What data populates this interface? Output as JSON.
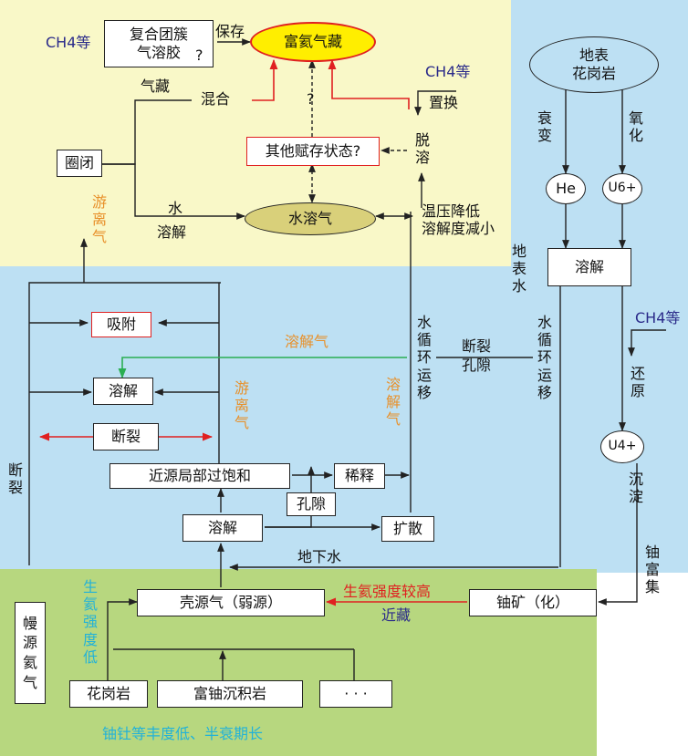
{
  "diagram": {
    "nodes": {
      "fuhai": "富氦气藏",
      "fuhe": "复合团簇\n气溶胶",
      "fuhe_q": "?",
      "quanbi": "圈闭",
      "qita": "其他赋存状态?",
      "shuirong": "水溶气",
      "dibiao": "地表\n花岗岩",
      "he": "He",
      "u6": "U6+",
      "rongjie_top": "溶解",
      "u4": "U4+",
      "xifu": "吸附",
      "rongjie_mid": "溶解",
      "duanlie_box": "断裂",
      "jinyuan": "近源局部过饱和",
      "xishi": "稀释",
      "kongxi_box": "孔隙",
      "rongjie_low": "溶解",
      "kuosan": "扩散",
      "keyuan": "壳源气（弱源）",
      "youkuang": "铀矿（化）",
      "manyuan": "幔源氦气",
      "huagang": "花岗岩",
      "fuyou": "富铀沉积岩",
      "dots": "· · ·"
    },
    "labels": {
      "ch4_1": "CH4等",
      "baocun": "保存",
      "qicang": "气藏",
      "hunhe": "混合",
      "qmark": "?",
      "ch4_2": "CH4等",
      "zhihuan": "置换",
      "tuorong": "脱\n溶",
      "shui": "水",
      "rongjie_l": "溶解",
      "wenya": "温压降低\n溶解度减小",
      "youliqi_y": "游\n离\n气",
      "shuaibian": "衰\n变",
      "yanghua": "氧\n化",
      "dibiaoshui": "地\n表\n水",
      "shuixunhuan1": "水\n循\n环\n运\n移",
      "shuixunhuan2": "水\n循\n环\n运\n移",
      "duanlie_mid": "断裂\n孔隙",
      "rongjieqi_h": "溶解气",
      "youliqi_mid": "游\n离\n气",
      "rongjieqi_v": "溶\n解\n气",
      "duanlie_left": "断\n裂",
      "ch4_3": "CH4等",
      "huanyuan": "还\n原",
      "chendian": "沉\n淀",
      "youfuji": "铀\n富\n集",
      "dixiashui": "地下水",
      "shengqi_di": "生\n氦\n强\n度\n低",
      "shengqi_gao": "生氦强度较高",
      "jincang": "近藏",
      "bottom_note": "铀钍等丰度低、半衰期长"
    }
  },
  "colors": {
    "yellow_region": "#f9f8c8",
    "blue_region": "#bde0f3",
    "green_region": "#b7d77f",
    "fuhai_fill": "#ffee00",
    "shuirong_fill": "#d9d07a",
    "red": "#e02020",
    "orange": "#e8902a",
    "green_line": "#2aae52",
    "cyan_text": "#22b2d8",
    "navy": "#2b2b8a"
  }
}
